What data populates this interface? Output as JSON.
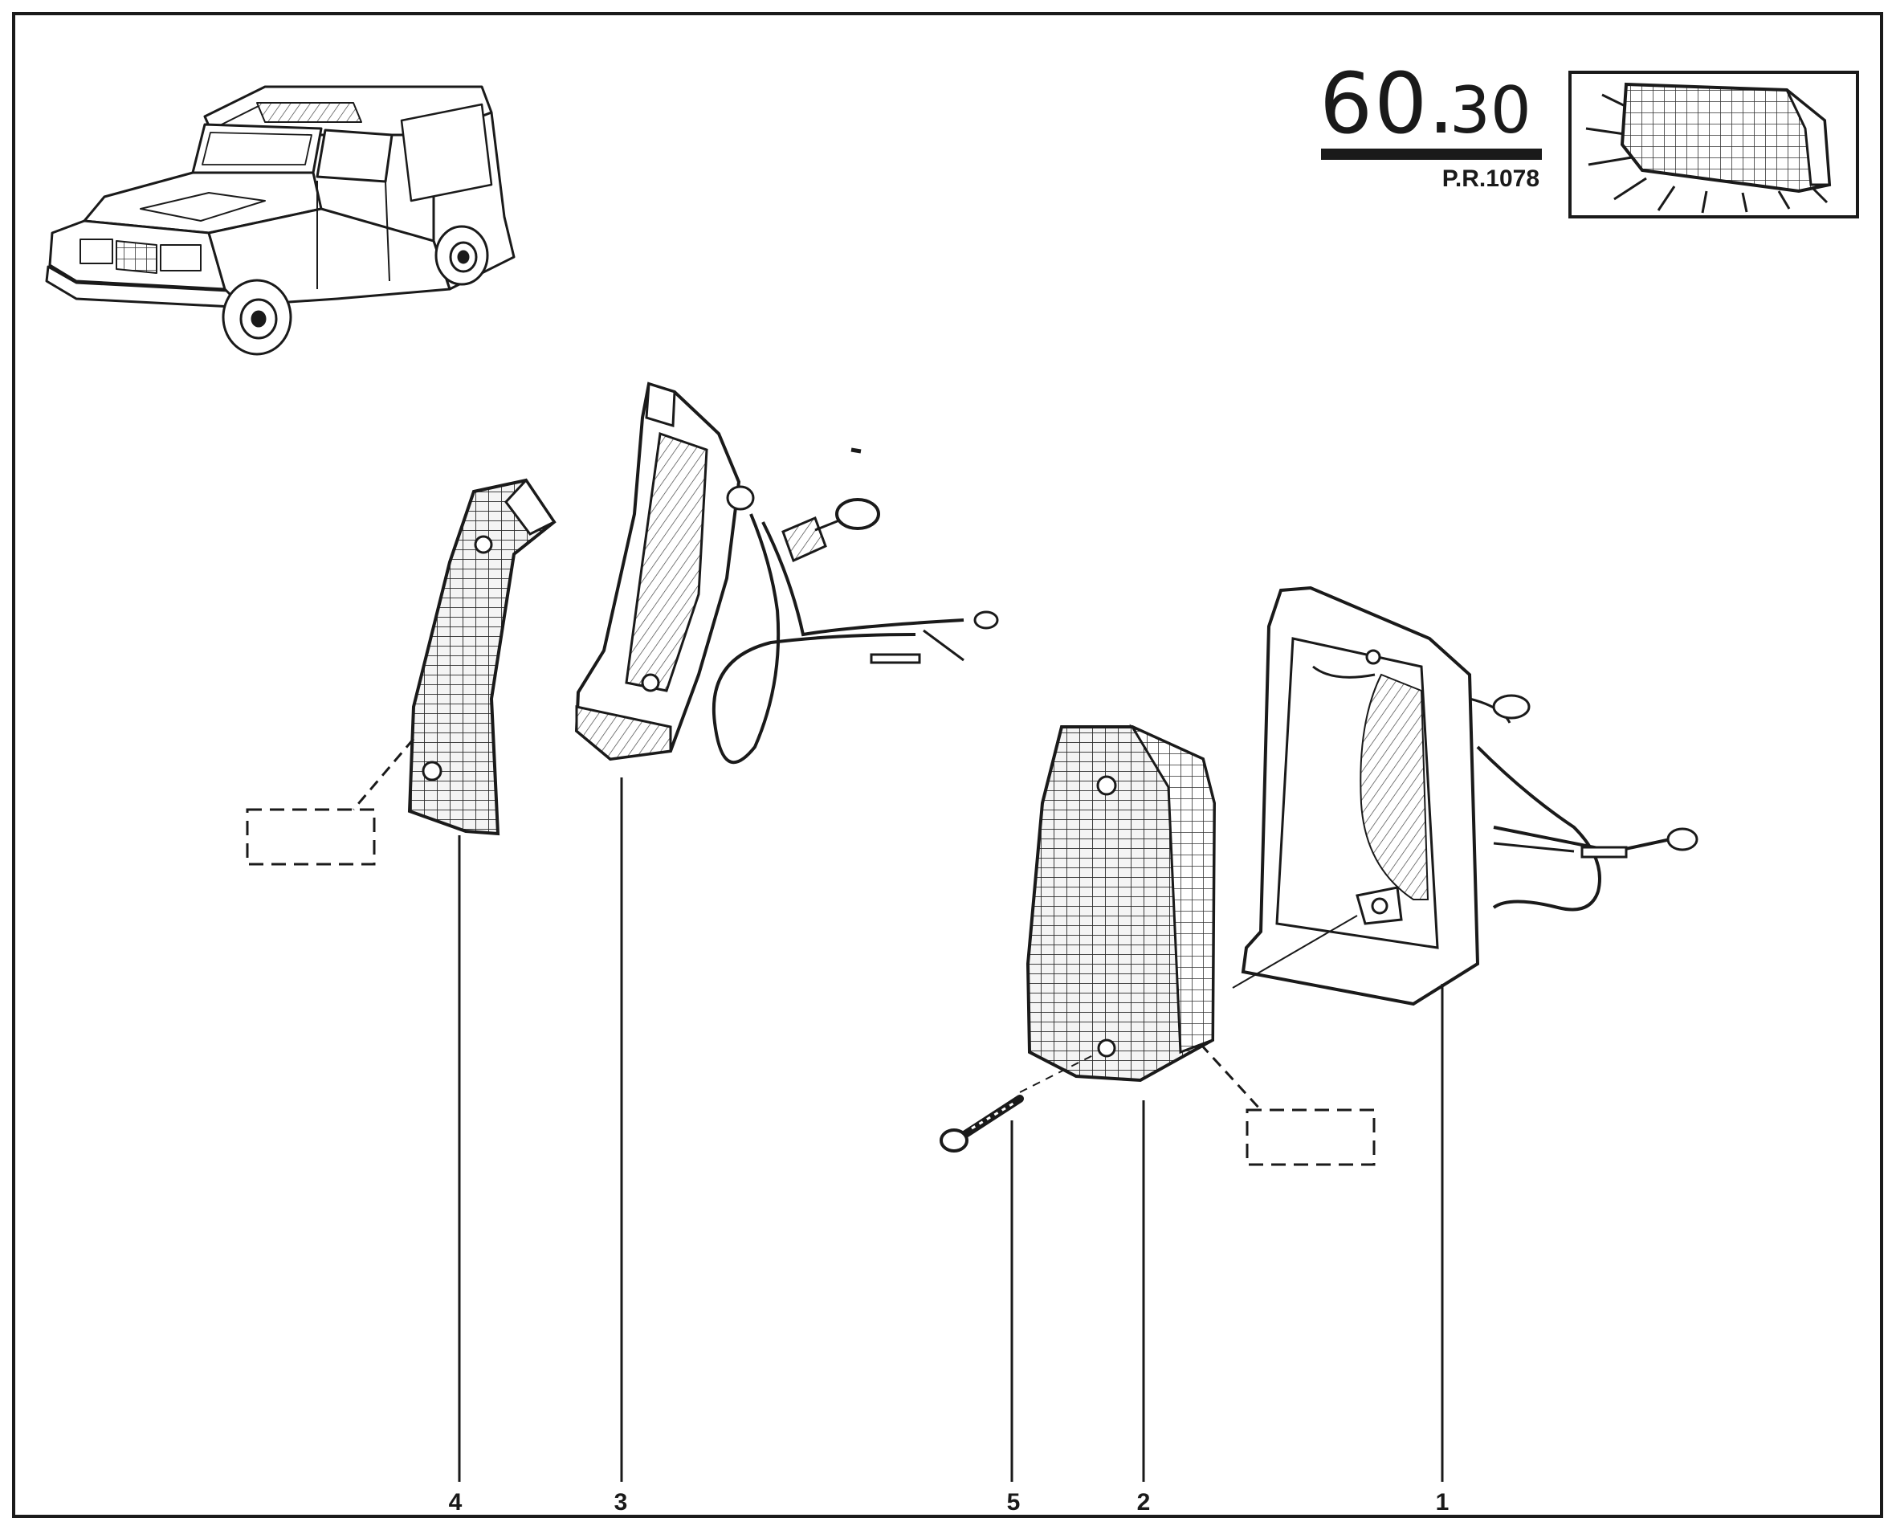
{
  "header": {
    "section_major": "60",
    "section_minor": "30",
    "pr_code": "P.R.1078"
  },
  "callouts": [
    {
      "id": "4",
      "label": "4"
    },
    {
      "id": "3",
      "label": "3"
    },
    {
      "id": "5",
      "label": "5"
    },
    {
      "id": "2",
      "label": "2"
    },
    {
      "id": "1",
      "label": "1"
    }
  ],
  "colors": {
    "ink": "#1a1a1a",
    "paper": "#ffffff"
  },
  "icons": {
    "vehicle": "vehicle-illustration-icon",
    "lamp": "side-lamp-icon"
  }
}
